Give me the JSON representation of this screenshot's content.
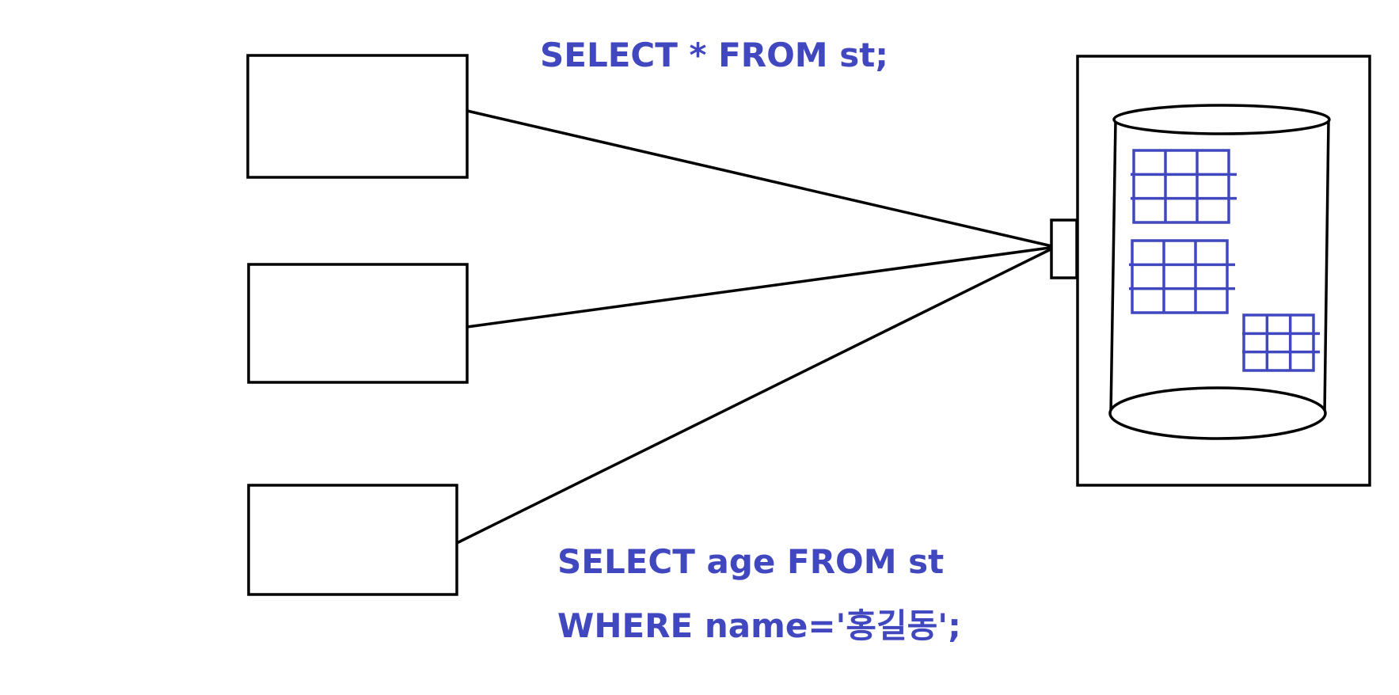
{
  "colors": {
    "ink": "#000000",
    "query_text": "#4047bf",
    "table_grid": "#4047bf",
    "background": "#ffffff"
  },
  "queries": {
    "top": "SELECT * FROM st;",
    "bottom_line1": "SELECT age FROM st",
    "bottom_line2": "WHERE name='홍길동';"
  },
  "clients": [
    {
      "id": "client-1"
    },
    {
      "id": "client-2"
    },
    {
      "id": "client-3"
    }
  ],
  "database": {
    "tables": [
      {
        "id": "table-1",
        "rows": 3,
        "cols": 3
      },
      {
        "id": "table-2",
        "rows": 3,
        "cols": 3
      },
      {
        "id": "table-3",
        "rows": 3,
        "cols": 3
      }
    ]
  }
}
